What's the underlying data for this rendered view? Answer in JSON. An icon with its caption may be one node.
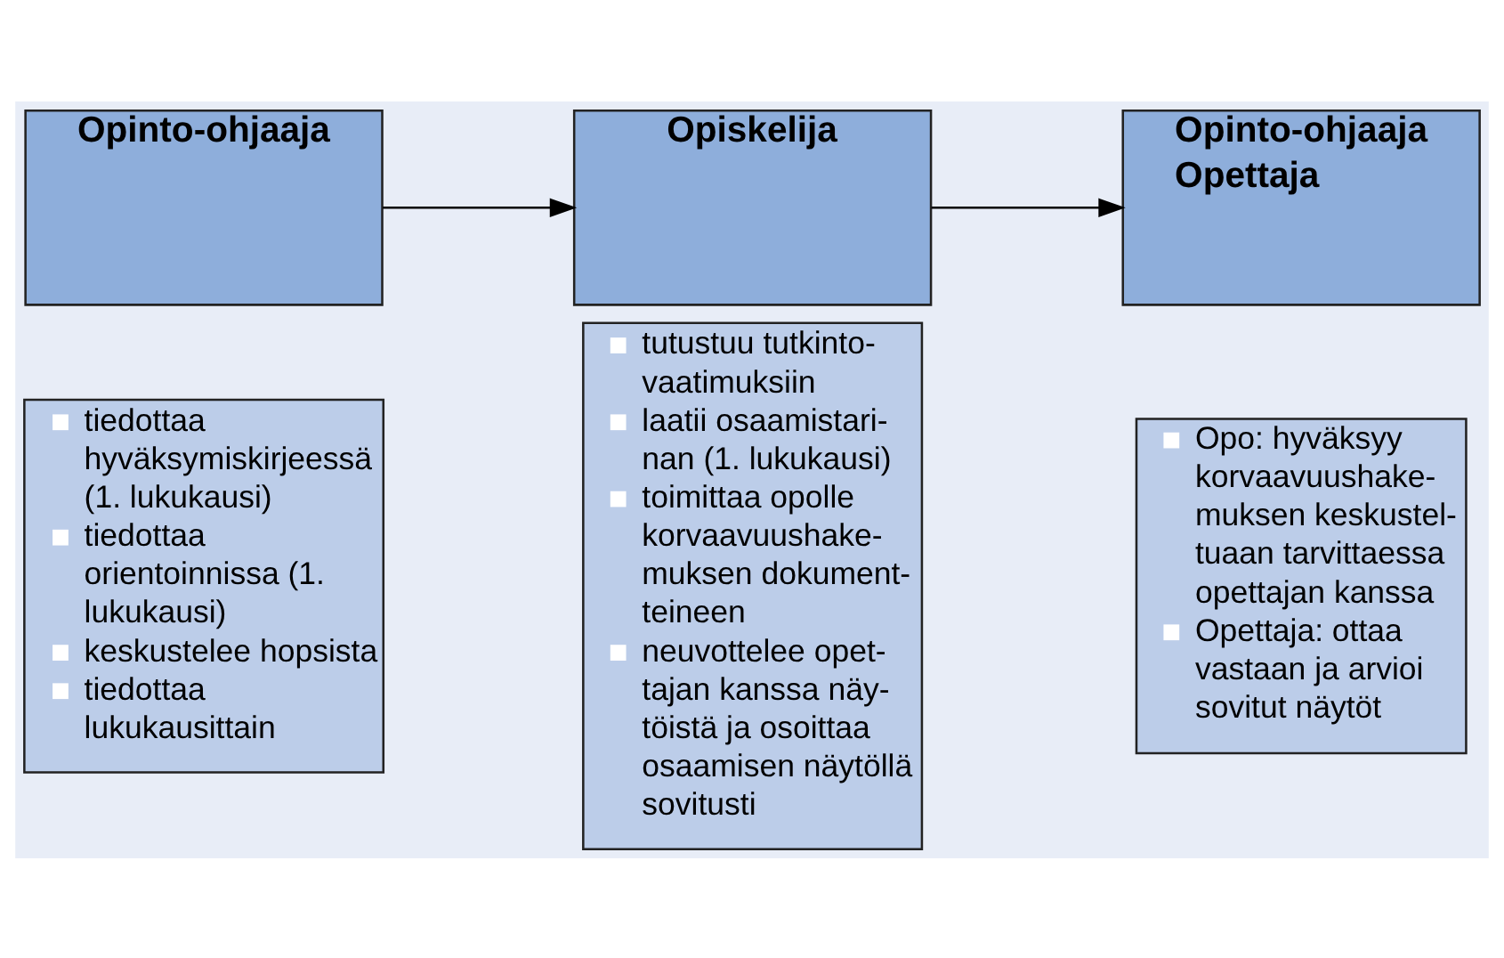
{
  "diagram": {
    "nodes": [
      {
        "text": [
          "Opinto-ohjaaja"
        ]
      },
      {
        "text": [
          "tiedottaa hyväksymiskirjeessä (1. lukukausi)",
          "tiedottaa orientoinnissa (1. lukukausi)",
          "keskustelee hopsista",
          "tiedottaa lukukausittain"
        ]
      },
      {
        "text": [
          "Opiskelija"
        ]
      },
      {
        "text": [
          "tutustuu tutkinto- vaatimuksiin",
          "laatii osaamistari- nan (1. lukukausi)",
          "toimittaa opolle korvaavuushake- muksen dokument- teineen",
          "neuvottelee opet- tajan kanssa näy- töistä ja osoittaa osaamisen näytöllä sovitusti"
        ]
      },
      {
        "text": [
          "Opinto-ohjaaja Opettaja"
        ]
      },
      {
        "text": [
          "Opo: hyväksyy korvaavuushake- muksen keskustel- tuaan tarvittaessa opettajan kanssa",
          "Opettaja: ottaa vastaan ja arvioi sovitut näytöt"
        ]
      }
    ],
    "edges": [
      {
        "from": 0,
        "to": 2,
        "arrow": "to"
      },
      {
        "from": 2,
        "to": 4,
        "arrow": "to"
      }
    ]
  }
}
